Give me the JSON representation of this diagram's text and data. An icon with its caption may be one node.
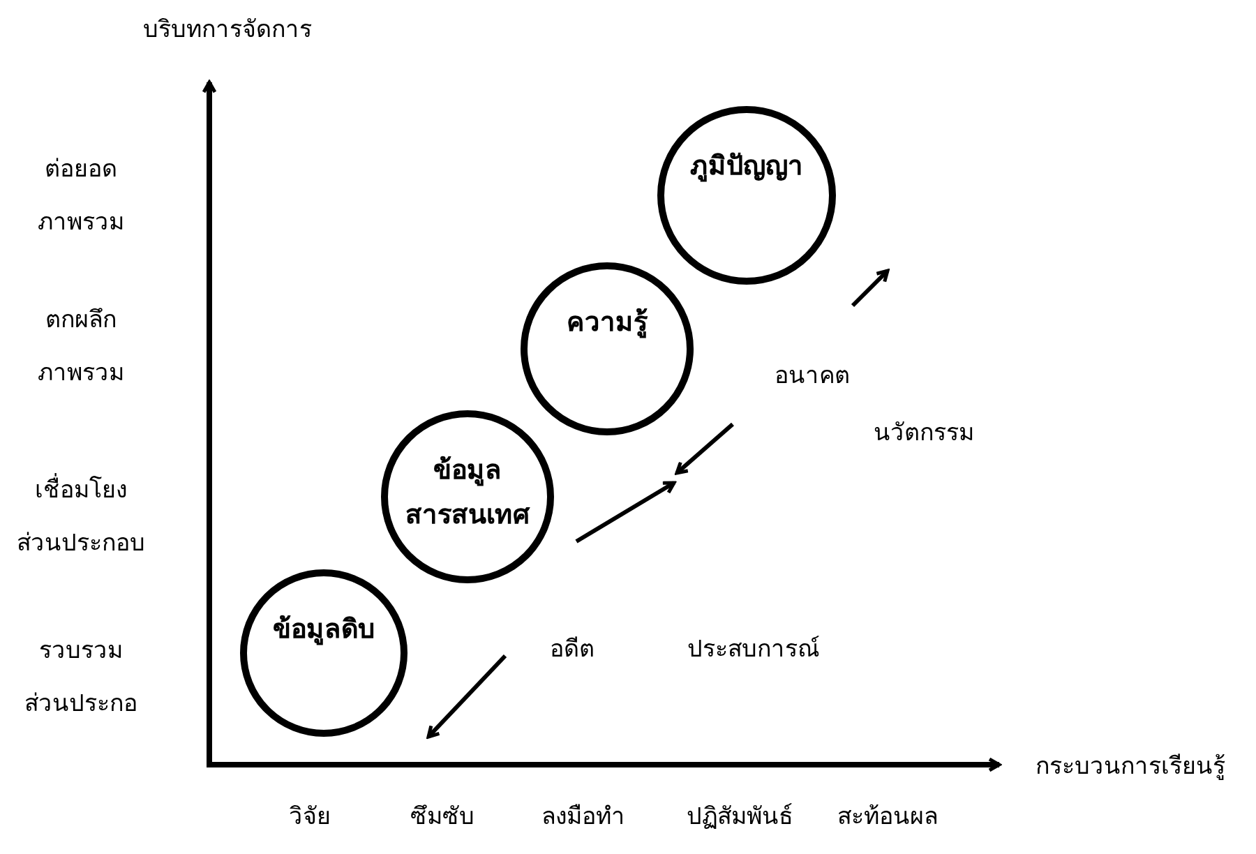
{
  "diagram": {
    "nodes": [
      {
        "text": [
          "ภูมิปัญญา"
        ]
      },
      {
        "text": [
          "ความรู้"
        ]
      },
      {
        "text": [
          "ข้อมูล สารสนเทศ"
        ]
      },
      {
        "text": [
          "ข้อมูลดิบ"
        ]
      }
    ],
    "labels": [
      "บริบทการจัดการ",
      "ต่อยอด",
      "ภาพรวม",
      "ตกผลึก",
      "ภาพรวม",
      "อนาคต",
      "นวัตกรรม",
      "เชื่อมโยง",
      "ส่วนประกอบ",
      "อดีต",
      "ประสบการณ์",
      "รวบรวม",
      "ส่วนประกอ",
      "กระบวนการเรียนรู้",
      "วิจัย",
      "ซึมซับ",
      "ลงมือทำ",
      "ปฏิสัมพันธ์",
      "สะท้อนผล"
    ]
  }
}
